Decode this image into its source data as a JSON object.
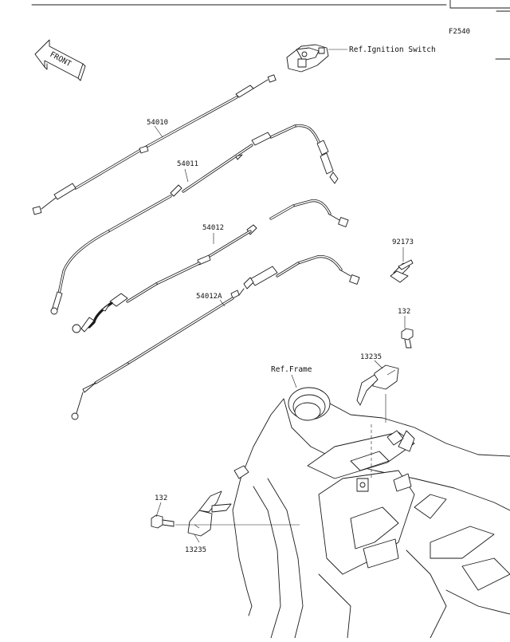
{
  "diagram": {
    "figure_code": "F2540",
    "front_label": "FRONT",
    "refs": {
      "ignition": "Ref.Ignition Switch",
      "frame": "Ref.Frame"
    },
    "parts": {
      "p54010": "54010",
      "p54011": "54011",
      "p54012": "54012",
      "p54012a": "54012A",
      "p92173": "92173",
      "p132_top": "132",
      "p13235_top": "13235",
      "p132_bottom": "132",
      "p13235_bottom": "13235"
    }
  }
}
